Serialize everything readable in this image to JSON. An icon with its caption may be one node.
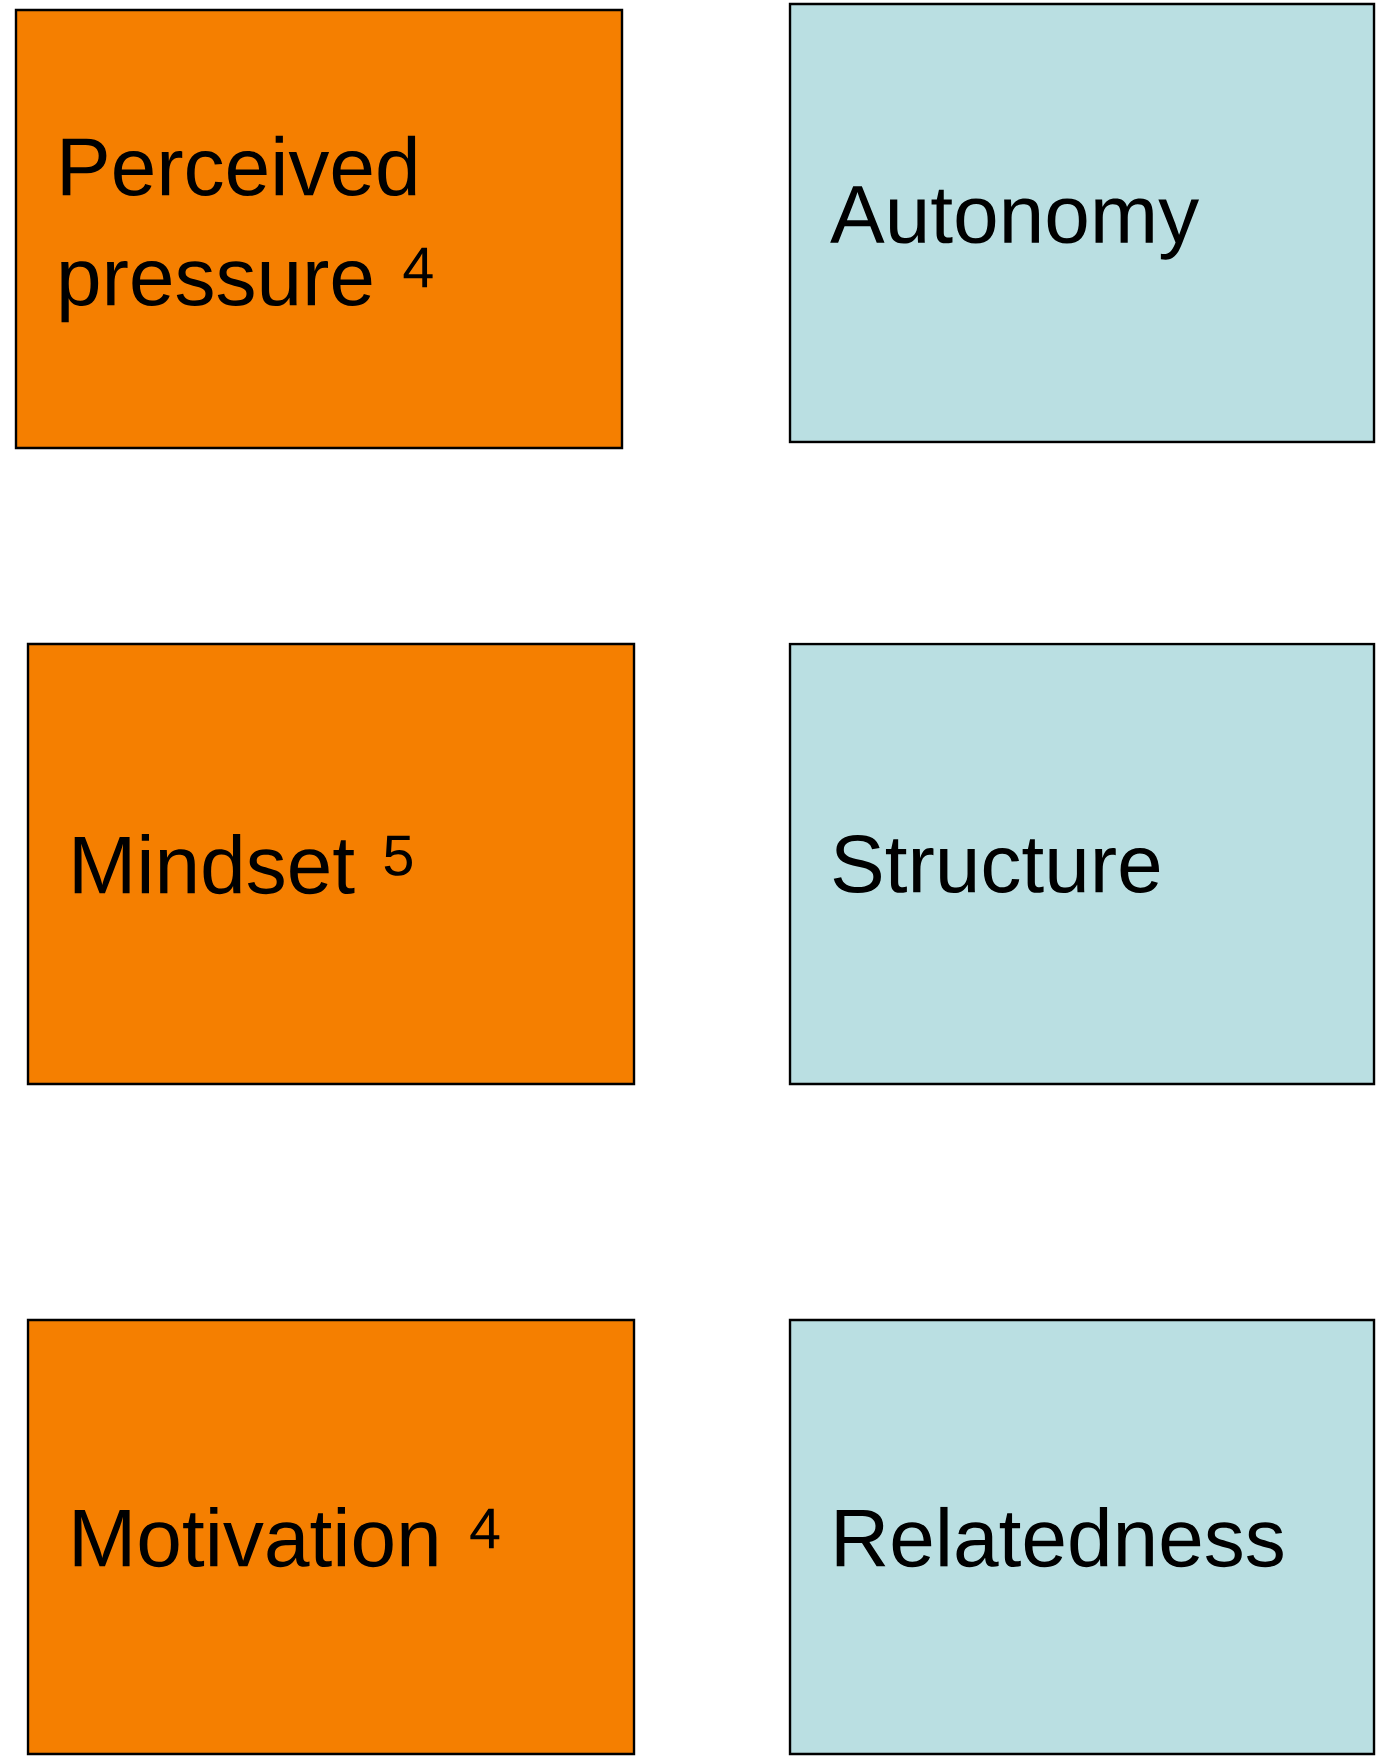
{
  "diagram": {
    "nodes": [
      {
        "text": [
          "Perceived pressure $^{4}$"
        ]
      },
      {
        "text": [
          "Autonomy"
        ]
      },
      {
        "text": [
          "Mindset $^{5}$"
        ]
      },
      {
        "text": [
          "Structure"
        ]
      },
      {
        "text": [
          "Motivation $^{4}$"
        ]
      },
      {
        "text": [
          "Relatedness"
        ]
      }
    ]
  }
}
